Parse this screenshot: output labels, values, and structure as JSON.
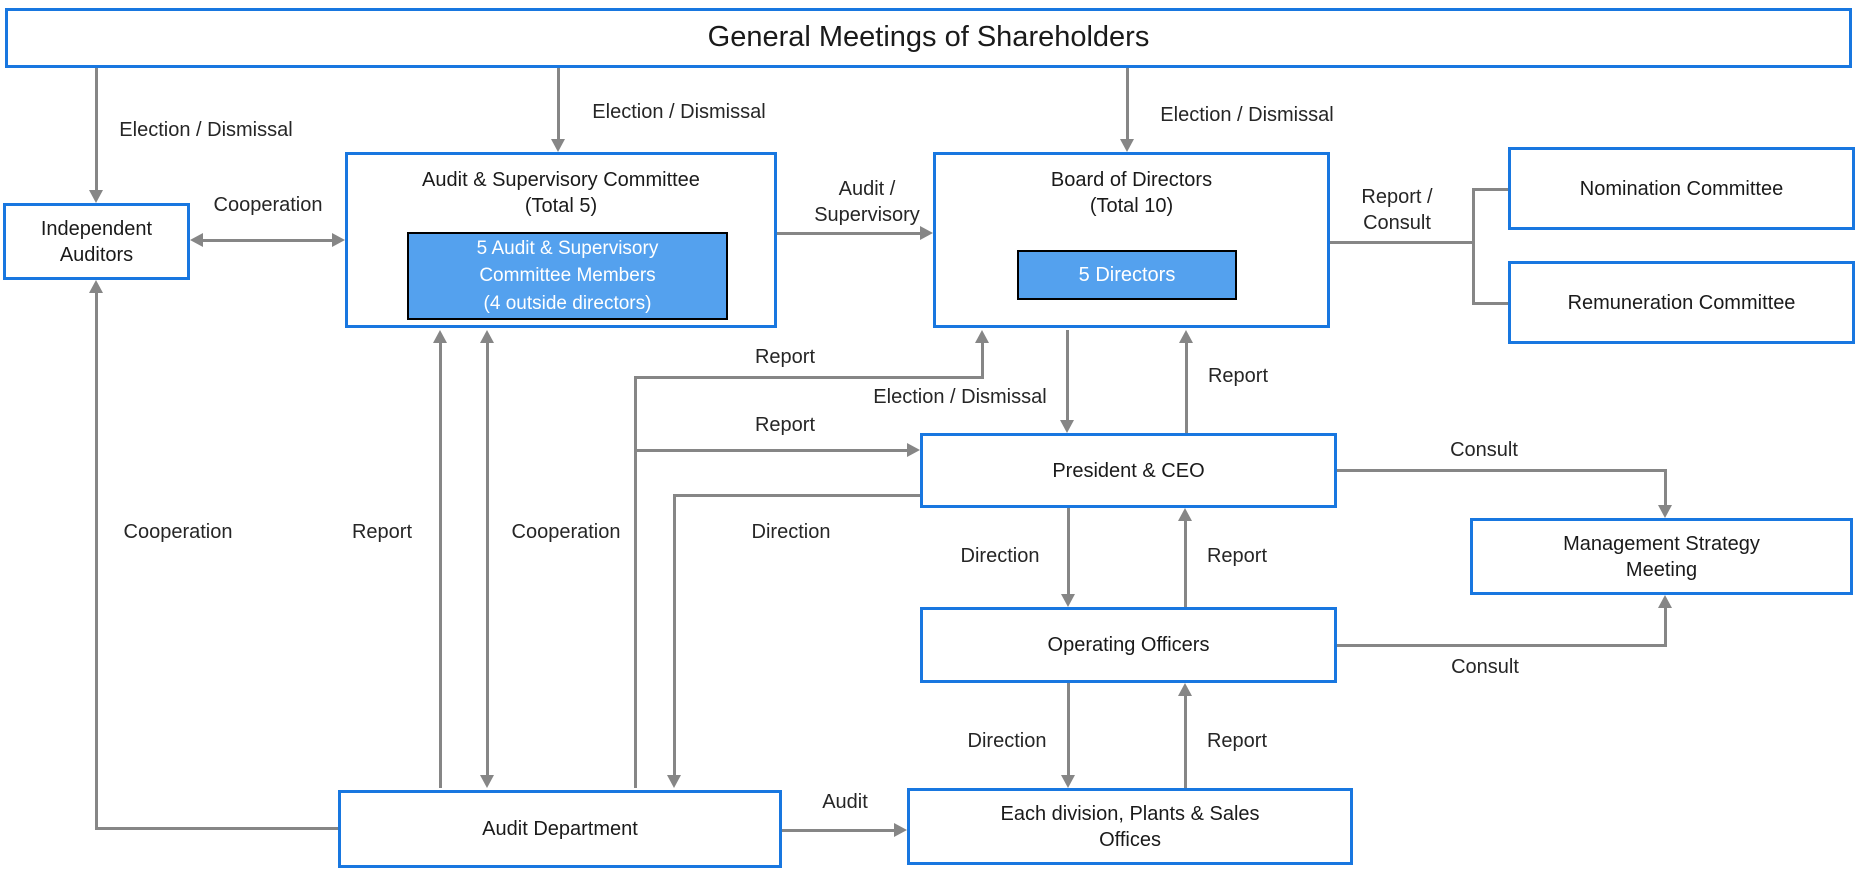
{
  "colors": {
    "box_border": "#1877e0",
    "badge_fill": "#54a1ee",
    "badge_border": "#000000",
    "line_gray": "#868686",
    "text": "#1a1a1a"
  },
  "nodes": {
    "general_meetings": {
      "label": "General Meetings of Shareholders"
    },
    "independent_auditors": {
      "line1": "Independent",
      "line2": "Auditors"
    },
    "audit_supervisory_committee": {
      "line1": "Audit & Supervisory Committee",
      "line2": "(Total 5)",
      "badge_line1": "5 Audit & Supervisory",
      "badge_line2": "Committee Members",
      "badge_line3": "(4 outside directors)"
    },
    "board_of_directors": {
      "line1": "Board of Directors",
      "line2": "(Total 10)",
      "badge": "5 Directors"
    },
    "nomination_committee": {
      "label": "Nomination Committee"
    },
    "remuneration_committee": {
      "label": "Remuneration Committee"
    },
    "president_ceo": {
      "label": "President & CEO"
    },
    "management_strategy_meeting": {
      "line1": "Management Strategy",
      "line2": "Meeting"
    },
    "operating_officers": {
      "label": "Operating Officers"
    },
    "audit_department": {
      "label": "Audit Department"
    },
    "each_division": {
      "line1": "Each division, Plants & Sales",
      "line2": "Offices"
    }
  },
  "edge_labels": {
    "election_dismissal_auditors": "Election / Dismissal",
    "election_dismissal_committee": "Election / Dismissal",
    "election_dismissal_board": "Election / Dismissal",
    "cooperation_auditors_committee": "Cooperation",
    "audit_supervisory_line1": "Audit /",
    "audit_supervisory_line2": "Supervisory",
    "report_consult_line1": "Report /",
    "report_consult_line2": "Consult",
    "report_dept_to_board": "Report",
    "election_dismissal_ceo": "Election / Dismissal",
    "report_ceo_to_board": "Report",
    "report_dept_to_ceo": "Report",
    "cooperation_auditors_dept": "Cooperation",
    "report_dept_to_committee": "Report",
    "cooperation_committee_dept": "Cooperation",
    "direction_ceo_to_dept": "Direction",
    "direction_ceo_to_officers": "Direction",
    "report_officers_to_ceo": "Report",
    "direction_officers_to_divisions": "Direction",
    "report_divisions_to_officers": "Report",
    "audit_dept_to_divisions": "Audit",
    "consult_ceo_to_msm": "Consult",
    "consult_officers_to_msm": "Consult"
  }
}
